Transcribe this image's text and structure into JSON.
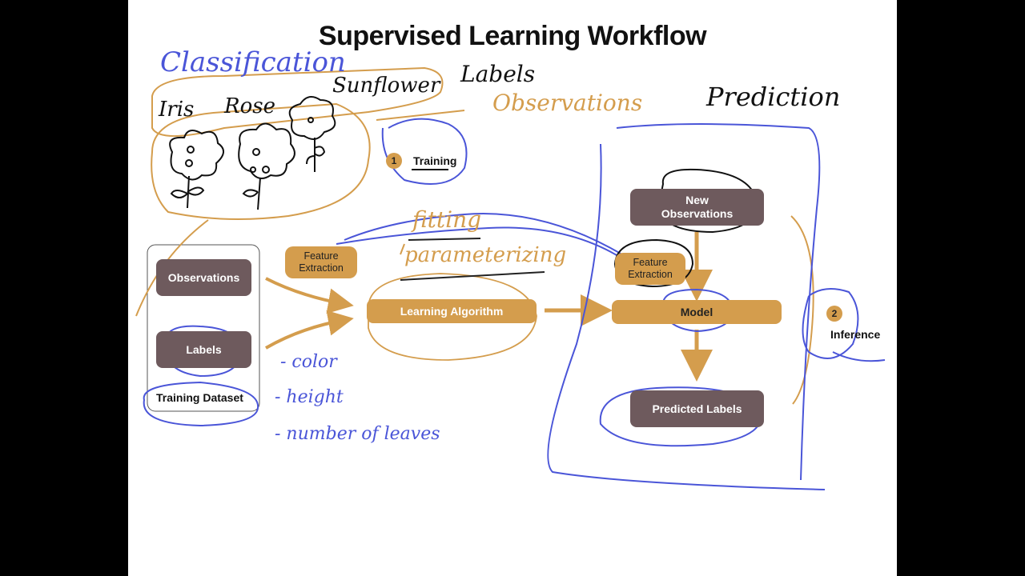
{
  "slide": {
    "title": "Supervised Learning Workflow",
    "training_step": {
      "number": "1",
      "label": "Training"
    },
    "inference_step": {
      "number": "2",
      "label": "Inference"
    },
    "dataset": {
      "observations": "Observations",
      "labels": "Labels",
      "caption": "Training Dataset"
    },
    "feature_extraction_left": "Feature Extraction",
    "learning_algorithm": "Learning Algorithm",
    "new_observations": "New Observations",
    "feature_extraction_right": "Feature Extraction",
    "model": "Model",
    "predicted_labels": "Predicted Labels"
  },
  "annotations": {
    "classification": "Classification",
    "flowers": [
      "Iris",
      "Rose",
      "Sunflower"
    ],
    "labels_note": "Labels",
    "observations_note": "Observations",
    "prediction_note": "Prediction",
    "fitting": "fitting",
    "parameterizing": "parameterizing",
    "features": [
      "- color",
      "- height",
      "- number of leaves"
    ]
  },
  "colors": {
    "box_brown": "#6e5a5d",
    "box_orange": "#d49d4d",
    "ink_blue": "#4a55d8",
    "ink_orange": "#d49d4d"
  }
}
